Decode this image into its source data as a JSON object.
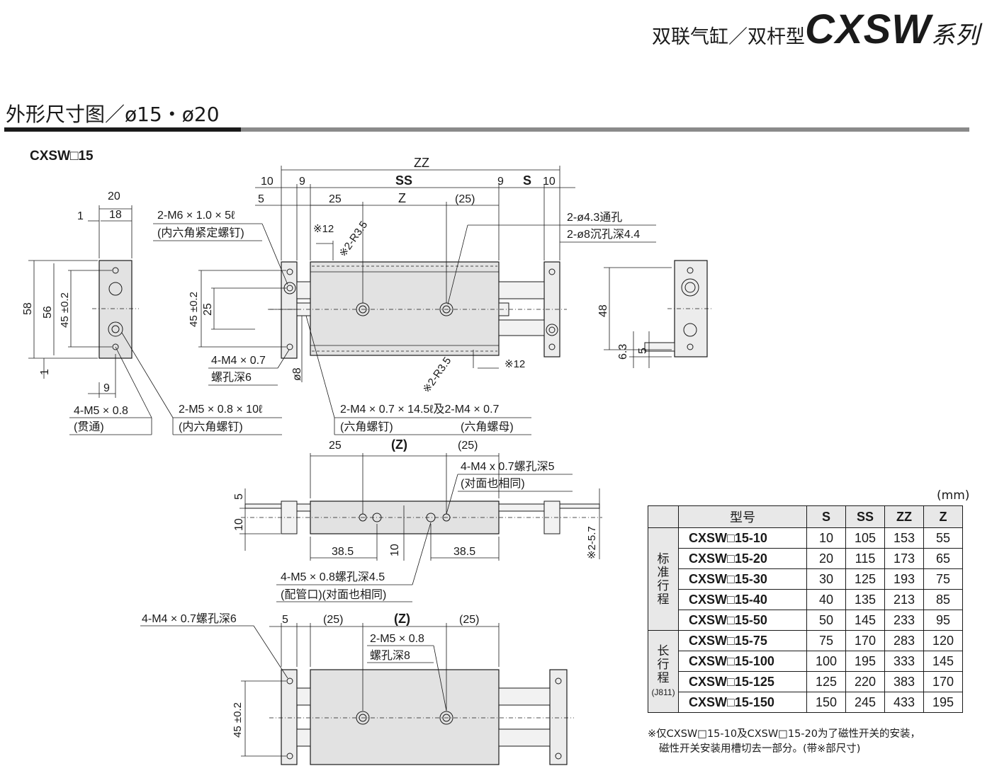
{
  "header": {
    "series_prefix": "双联气缸／双杆型",
    "series_model": "CXSW",
    "series_suffix": "系列"
  },
  "section": {
    "title": "外形尺寸图／ø15・ø20",
    "model_label": "CXSW□15"
  },
  "drawing": {
    "front_view": {
      "w20": "20",
      "w18": "18",
      "w1": "1",
      "h58": "58",
      "h56": "56",
      "h45": "45 ±0.2",
      "h1": "1",
      "w9": "9",
      "note_m5_through": "4-M5 × 0.8",
      "note_m5_through_sub": "(贯通)",
      "note_m5_screw": "2-M5 × 0.8 × 10ℓ",
      "note_m5_screw_sub": "(内六角螺钉)"
    },
    "top_view": {
      "zz": "ZZ",
      "ss": "SS",
      "z": "Z",
      "s": "S",
      "d10a": "10",
      "d9a": "9",
      "d5": "5",
      "d25": "25",
      "d25p": "(25)",
      "d9b": "9",
      "d10b": "10",
      "note_m6": "2-M6 × 1.0 × 5ℓ",
      "note_m6_sub": "(内六角紧定螺钉)",
      "note_x12": "※12",
      "note_r35": "※2-R3.5",
      "note_r35b": "※2-R3.5",
      "note_x12b": "※12",
      "note_hole": "2-ø4.3通孔",
      "note_cbore": "2-ø8沉孔深4.4",
      "h45": "45 ±0.2",
      "h25": "25",
      "note_m4": "4-M4 × 0.7",
      "note_m4_sub": "螺孔深6",
      "d8": "ø8",
      "note_m4_long": "2-M4 × 0.7 × 14.5ℓ及2-M4 × 0.7",
      "note_m4_long_sub1": "(六角螺钉)",
      "note_m4_long_sub2": "(六角螺母)"
    },
    "side_view": {
      "h48": "48",
      "h63": "6.3",
      "h5": "5"
    },
    "middle_view": {
      "d25": "25",
      "dz": "(Z)",
      "d25p": "(25)",
      "note_m4": "4-M4 x 0.7螺孔深5",
      "note_m4_sub": "(对面也相同)",
      "h5": "5",
      "h10": "10",
      "d385a": "38.5",
      "d10": "10",
      "d385b": "38.5",
      "d257": "※2-5.7",
      "note_m5": "4-M5 × 0.8螺孔深4.5",
      "note_m5_sub": "(配管口)(对面也相同)"
    },
    "bottom_view": {
      "note_m4": "4-M4 × 0.7螺孔深6",
      "d5": "5",
      "d25a": "(25)",
      "dz": "(Z)",
      "d25b": "(25)",
      "note_m5": "2-M5 × 0.8",
      "note_m5_sub": "螺孔深8",
      "h45": "45 ±0.2"
    }
  },
  "table": {
    "unit": "(mm)",
    "headers": [
      "型号",
      "S",
      "SS",
      "ZZ",
      "Z"
    ],
    "group_standard": "标准行程",
    "group_long": "长行程",
    "group_long_note": "(J811)",
    "rows": [
      {
        "model": "CXSW□15-10",
        "s": "10",
        "ss": "105",
        "zz": "153",
        "z": "55"
      },
      {
        "model": "CXSW□15-20",
        "s": "20",
        "ss": "115",
        "zz": "173",
        "z": "65"
      },
      {
        "model": "CXSW□15-30",
        "s": "30",
        "ss": "125",
        "zz": "193",
        "z": "75"
      },
      {
        "model": "CXSW□15-40",
        "s": "40",
        "ss": "135",
        "zz": "213",
        "z": "85"
      },
      {
        "model": "CXSW□15-50",
        "s": "50",
        "ss": "145",
        "zz": "233",
        "z": "95"
      },
      {
        "model": "CXSW□15-75",
        "s": "75",
        "ss": "170",
        "zz": "283",
        "z": "120"
      },
      {
        "model": "CXSW□15-100",
        "s": "100",
        "ss": "195",
        "zz": "333",
        "z": "145"
      },
      {
        "model": "CXSW□15-125",
        "s": "125",
        "ss": "220",
        "zz": "383",
        "z": "170"
      },
      {
        "model": "CXSW□15-150",
        "s": "150",
        "ss": "245",
        "zz": "433",
        "z": "195"
      }
    ],
    "footnote_line1": "※仅CXSW□15-10及CXSW□15-20为了磁性开关的安装，",
    "footnote_line2": "磁性开关安装用槽切去一部分。(带※部尺寸)"
  }
}
